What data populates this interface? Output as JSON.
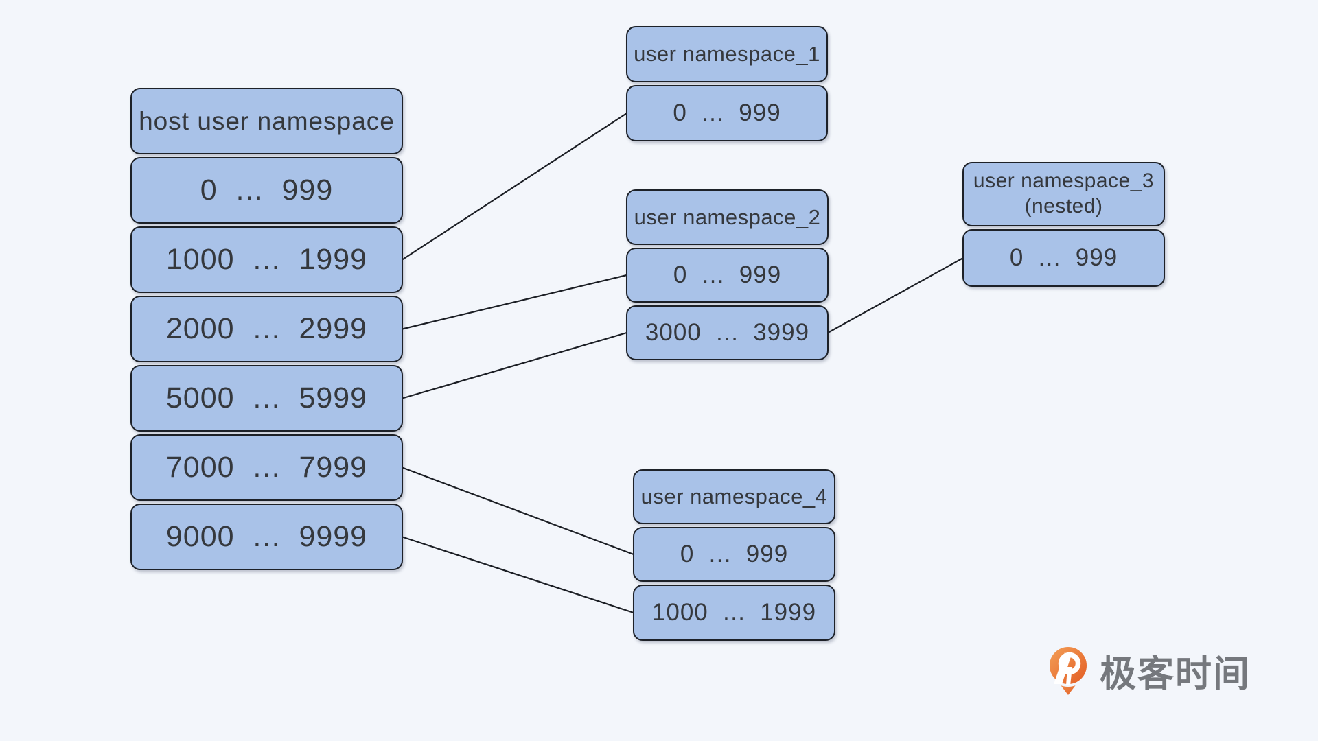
{
  "colors": {
    "background": "#f3f6fb",
    "box_fill": "#a9c2e8",
    "box_border": "#1d2128",
    "box_text": "#35383d",
    "edge_line": "#1b1e24",
    "logo_orange_light": "#f4a259",
    "logo_orange_dark": "#e25a22",
    "logo_text_gray": "#75787d"
  },
  "nodes": {
    "host": {
      "title": "host user namespace",
      "rows": [
        "0 … 999",
        "1000 … 1999",
        "2000 … 2999",
        "5000 … 5999",
        "7000 … 7999",
        "9000 … 9999"
      ]
    },
    "ns1": {
      "title": "user namespace_1",
      "rows": [
        "0 … 999"
      ]
    },
    "ns2": {
      "title": "user namespace_2",
      "rows": [
        "0 … 999",
        "3000 … 3999"
      ]
    },
    "ns3": {
      "title": "user namespace_3",
      "subtitle": "(nested)",
      "rows": [
        "0 … 999"
      ]
    },
    "ns4": {
      "title": "user namespace_4",
      "rows": [
        "0 … 999",
        "1000 … 1999"
      ]
    }
  },
  "edges": [
    {
      "from": "host-row-1",
      "to": "ns1-row-0"
    },
    {
      "from": "host-row-2",
      "to": "ns2-row-0"
    },
    {
      "from": "host-row-3",
      "to": "ns2-row-1"
    },
    {
      "from": "ns2-row-1",
      "to": "ns3-row-0"
    },
    {
      "from": "host-row-4",
      "to": "ns4-row-0"
    },
    {
      "from": "host-row-5",
      "to": "ns4-row-1"
    }
  ],
  "logo": {
    "text": "极客时间",
    "icon": "geektime-pin-icon"
  }
}
